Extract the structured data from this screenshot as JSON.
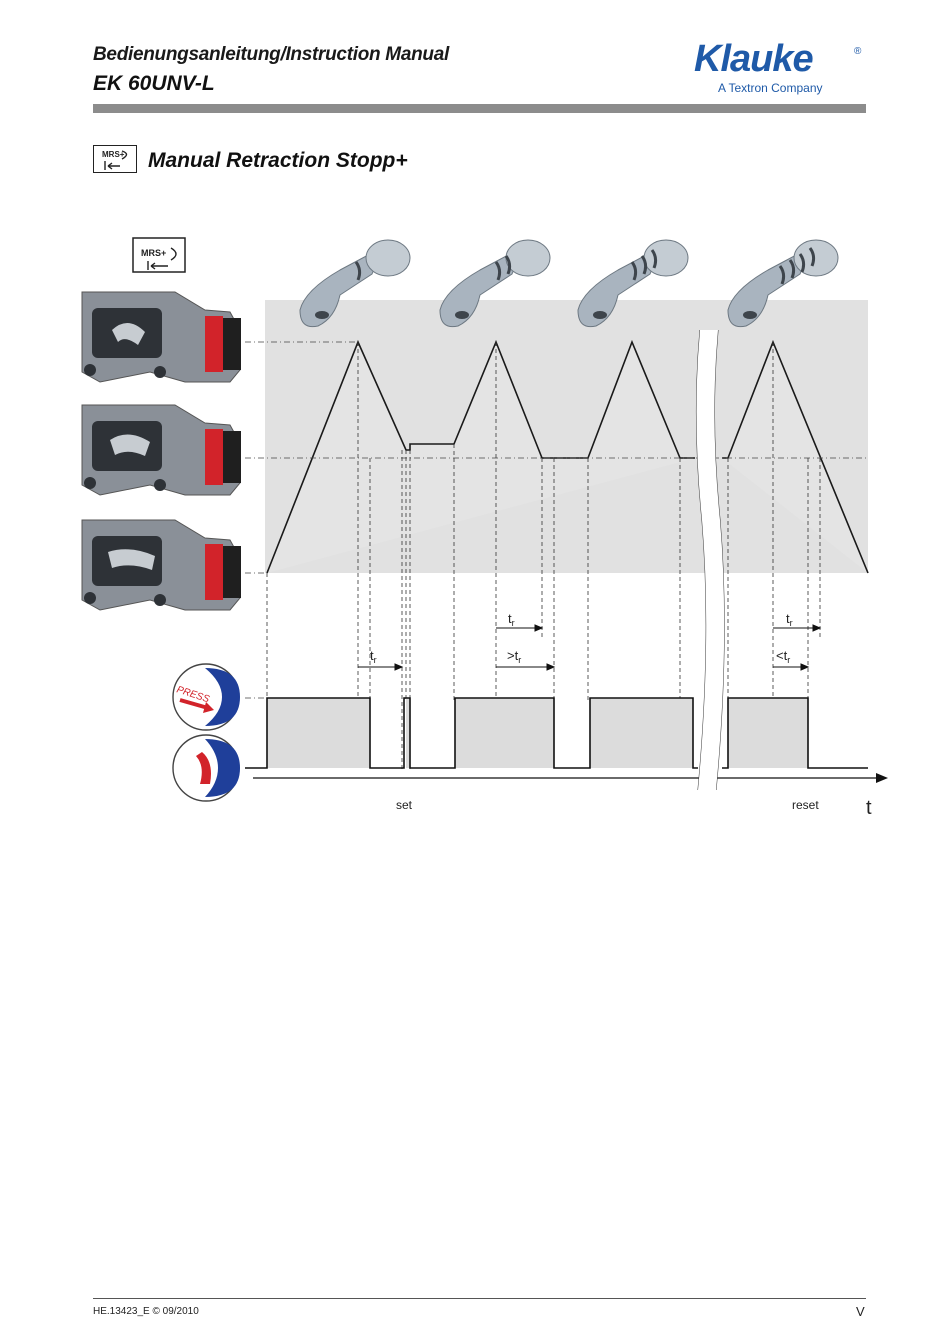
{
  "header": {
    "title_line1": "Bedienungsanleitung/Instruction Manual",
    "title_line2": "EK 60UNV-L",
    "logo_text": "Klauke",
    "logo_registered": "®",
    "logo_subtitle": "A Textron Company"
  },
  "section": {
    "icon_label": "MRS+",
    "title": "Manual Retraction Stopp+"
  },
  "diagram": {
    "icon_label": "MRS+",
    "press_label": "PRESS",
    "time_labels": {
      "tr1": "t",
      "tr2": "t",
      "tr3": ">t",
      "tr4": "t",
      "tr5": "<t",
      "subscript": "r"
    },
    "set_label": "set",
    "reset_label": "reset",
    "axis_label": "t"
  },
  "footer": {
    "doc_ref": "HE.13423_E © 09/2010",
    "page": "V"
  },
  "colors": {
    "brand_blue": "#1f5aa8",
    "header_bar": "#8c8c8c",
    "panel_gray": "#dcdcdc",
    "accent_red": "#d2232a"
  }
}
